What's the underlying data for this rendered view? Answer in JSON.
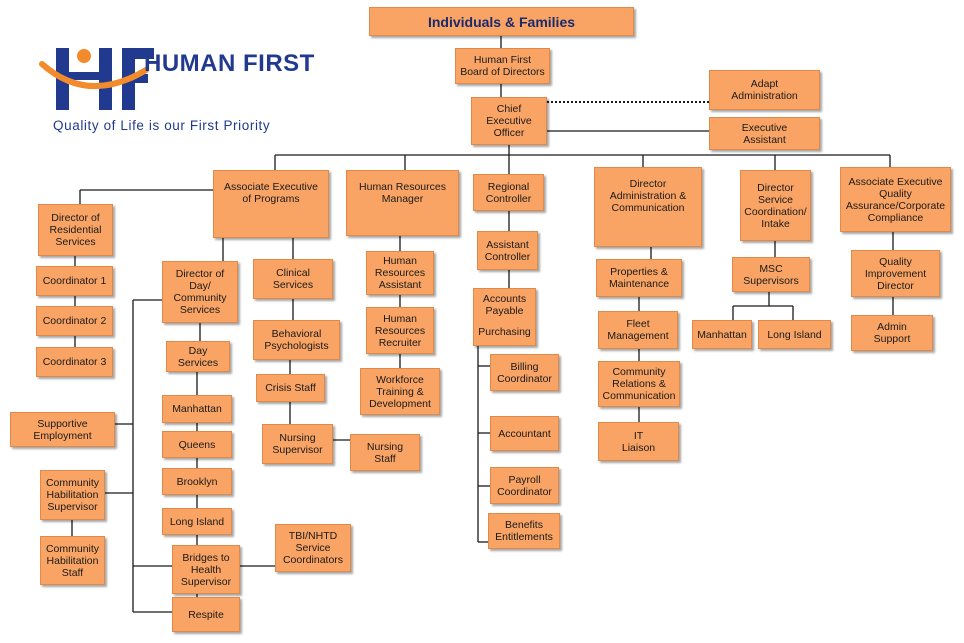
{
  "logo": {
    "name": "HUMAN FIRST",
    "tagline": "Quality of Life is our First Priority",
    "colors": {
      "blue": "#213a8f",
      "orange": "#f28b2c"
    }
  },
  "colors": {
    "box": "#f9a464",
    "line": "#1a1a1a",
    "title_text": "#1a2a6c"
  },
  "boxes": {
    "individuals": "Individuals & Families",
    "board": "Human First\nBoard of Directors",
    "ceo": "Chief\nExecutive\nOfficer",
    "adapt": "Adapt\nAdministration",
    "exec_assistant": "Executive\nAssistant",
    "assoc_exec_programs": "Associate Executive\nof Programs",
    "hr_manager": "Human Resources\nManager",
    "regional_controller": "Regional\nController",
    "director_admin": "Director\nAdministration &\nCommunication",
    "director_service": "Director\nService\nCoordination/\nIntake",
    "assoc_exec_qa": "Associate Executive\nQuality\nAssurance/Corporate\nCompliance",
    "director_residential": "Director of\nResidential\nServices",
    "coord1": "Coordinator 1",
    "coord2": "Coordinator 2",
    "coord3": "Coordinator 3",
    "director_day": "Director of\nDay/\nCommunity\nServices",
    "day_services": "Day\nServices",
    "manhattan_day": "Manhattan",
    "queens": "Queens",
    "brooklyn": "Brooklyn",
    "long_island_day": "Long Island",
    "bridges": "Bridges to\nHealth\nSupervisor",
    "respite": "Respite",
    "supportive": "Supportive\nEmployment",
    "comm_hab_sup": "Community\nHabilitation\nSupervisor",
    "comm_hab_staff": "Community\nHabilitation\nStaff",
    "tbi": "TBI/NHTD\nService\nCoordinators",
    "clinical": "Clinical\nServices",
    "behavioral": "Behavioral\nPsychologists",
    "crisis": "Crisis Staff",
    "nursing_sup": "Nursing\nSupervisor",
    "nursing_staff": "Nursing\nStaff",
    "hr_assistant": "Human\nResources\nAssistant",
    "hr_recruiter": "Human\nResources\nRecruiter",
    "workforce": "Workforce\nTraining &\nDevelopment",
    "asst_controller": "Assistant\nController",
    "accounts_payable": "Accounts\nPayable",
    "purchasing": "Purchasing",
    "billing": "Billing\nCoordinator",
    "accountant": "Accountant",
    "payroll": "Payroll\nCoordinator",
    "benefits": "Benefits\nEntitlements",
    "properties": "Properties &\nMaintenance",
    "fleet": "Fleet\nManagement",
    "comm_relations": "Community\nRelations &\nCommunication",
    "it": "IT\nLiaison",
    "msc": "MSC\nSupervisors",
    "manhattan_msc": "Manhattan",
    "long_island_msc": "Long Island",
    "quality_director": "Quality\nImprovement\nDirector",
    "admin_support": "Admin\nSupport"
  }
}
